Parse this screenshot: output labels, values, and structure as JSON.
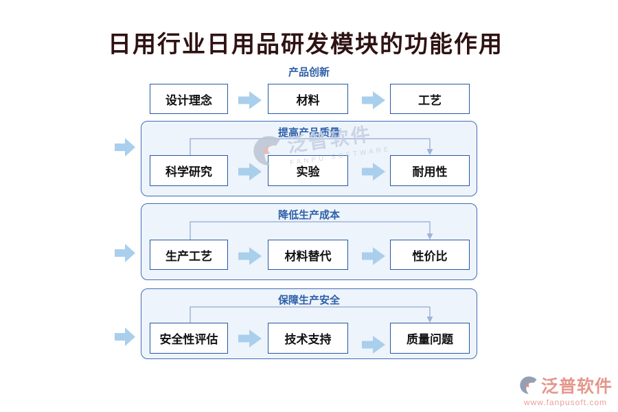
{
  "title": "日用行业日用品研发模块的功能作用",
  "rows": [
    {
      "header": "产品创新",
      "boxes": [
        "设计理念",
        "材料",
        "工艺"
      ]
    },
    {
      "header": "提高产品质量",
      "boxes": [
        "科学研究",
        "实验",
        "耐用性"
      ]
    },
    {
      "header": "降低生产成本",
      "boxes": [
        "生产工艺",
        "材料替代",
        "性价比"
      ]
    },
    {
      "header": "保障生产安全",
      "boxes": [
        "安全性评估",
        "技术支持",
        "质量问题"
      ]
    }
  ],
  "watermark": {
    "name": "泛普软件",
    "subname": "FANPU SOFTWARE"
  },
  "logo": {
    "name": "泛普软件",
    "url": "www.fanpusoft.com"
  },
  "colors": {
    "title_text": "#2f1212",
    "header_blue": "#2e5fa8",
    "box_border": "#2456a4",
    "container_border": "#3e6db5",
    "container_fill": "#eef4fb",
    "arrow_fill": "#a9cfec",
    "connector_line": "#9fb3d9",
    "logo_coral": "#e5978c"
  }
}
